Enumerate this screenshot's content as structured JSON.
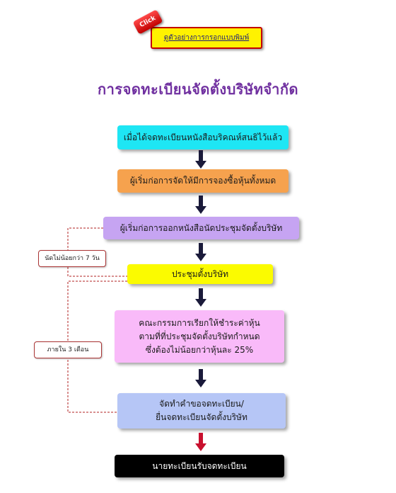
{
  "header": {
    "click_badge": "Click",
    "example_link": "ดูตัวอย่างการกรอกแบบพิมพ์"
  },
  "title": "การจดทะเบียนจัดตั้งบริษัทจำกัด",
  "steps": [
    {
      "lines": [
        "เมื่อได้จดทะเบียนหนังสือบริคณห์สนธิไว้แล้ว"
      ],
      "color": "#1ee6f4"
    },
    {
      "lines": [
        "ผู้เริ่มก่อการจัดให้มีการจองซื้อหุ้นทั้งหมด"
      ],
      "color": "#f6a24e"
    },
    {
      "lines": [
        "ผู้เริ่มก่อการออกหนังสือนัดประชุมจัดตั้งบริษัท"
      ],
      "color": "#c6a4f2"
    },
    {
      "lines": [
        "ประชุมตั้งบริษัท"
      ],
      "color": "#fbfb00"
    },
    {
      "lines": [
        "คณะกรรมการเรียกให้ชำระค่าหุ้น",
        "ตามที่ที่ประชุมจัดตั้งบริษัทกำหนด",
        "ซึ่งต้องไม่น้อยกว่าหุ้นละ 25%"
      ],
      "color": "#f9baf9"
    },
    {
      "lines": [
        "จัดทำคำขอจดทะเบียน/",
        "ยื่นจดทะเบียนจัดตั้งบริษัท"
      ],
      "color": "#b6c6f6"
    },
    {
      "lines": [
        "นายทะเบียนรับจดทะเบียน"
      ],
      "color": "#000000",
      "text_color": "#ffffff"
    }
  ],
  "side_notes": {
    "notice_period": "นัดไม่น้อยกว่า 7 วัน",
    "filing_period": "ภายใน 3 เดือน"
  },
  "colors": {
    "title": "#7030a0",
    "arrow": "#1a1a3a",
    "final_arrow": "#c8102e",
    "connector": "#b22222"
  }
}
